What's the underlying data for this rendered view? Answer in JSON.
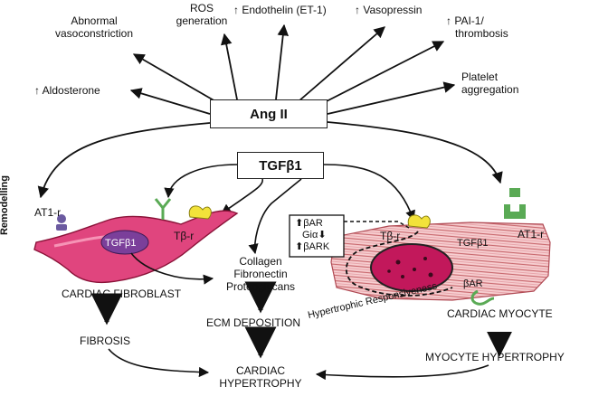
{
  "center": {
    "angII": "Ang II",
    "tgfb1": "TGFβ1"
  },
  "top_effects": {
    "abnormal_vasoconstriction": [
      "Abnormal",
      "vasoconstriction"
    ],
    "ros_generation": [
      "ROS",
      "generation"
    ],
    "endothelin": "↑ Endothelin (ET-1)",
    "vasopressin": "↑ Vasopressin",
    "pai1": [
      "↑ PAI-1/",
      "thrombosis"
    ],
    "aldosterone": "↑ Aldosterone",
    "platelet_aggregation": [
      "Platelet",
      "aggregation"
    ]
  },
  "side_label": "Remodelling",
  "fibroblast": {
    "at1r": "AT1-r",
    "tgfb1_nucleus": "TGFβ1",
    "tbr": "Tβ-r",
    "name": "CARDIAC FIBROBLAST",
    "outcome": "FIBROSIS"
  },
  "ecm": {
    "proteins": [
      "Collagen",
      "Fibronectin",
      "Proteoglycans"
    ],
    "deposition": "ECM DEPOSITION",
    "hypertrophy": [
      "CARDIAC",
      "HYPERTROPHY"
    ]
  },
  "myocyte": {
    "signal_box": [
      "βAR",
      "Giα",
      "βARK"
    ],
    "tbr": "Tβ-r",
    "tgfb1": "TGFβ1",
    "at1r": "AT1-r",
    "bar": "βAR",
    "hypertrophic_responsiveness": "Hypertrophic Responsiveness",
    "name": "CARDIAC MYOCYTE",
    "outcome": "MYOCYTE HYPERTROPHY"
  },
  "colors": {
    "fibroblast": "#e0457e",
    "fibroblast_dark": "#8a1238",
    "nucleus": "#7b3f9a",
    "myocyte_fill": "#f4c6c8",
    "myocyte_stripe": "#c9686e",
    "myocyte_nucleus": "#c2185b",
    "receptor_yellow": "#f2e23a",
    "receptor_green": "#5aaa55",
    "receptor_purple": "#6b5aa0"
  }
}
